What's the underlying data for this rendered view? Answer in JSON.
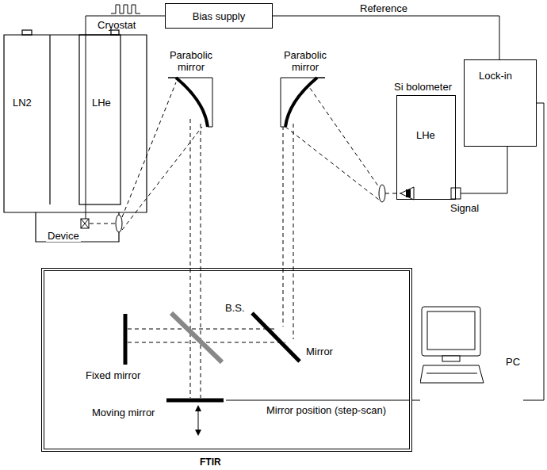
{
  "diagram": {
    "nodes": [
      {
        "text": [
          "Bias supply"
        ]
      },
      {
        "text": [
          "Cryostat"
        ]
      },
      {
        "text": [
          "LN2"
        ],
        "in": 1
      },
      {
        "text": [
          "LHe"
        ],
        "in": 1
      },
      {
        "text": [
          "Lock-in"
        ]
      },
      {
        "text": [
          "Si bolometer"
        ]
      },
      {
        "text": [
          "LHe"
        ],
        "in": 5
      },
      {
        "text": [
          "FTIR"
        ]
      },
      {
        "text": [
          "PC"
        ]
      }
    ],
    "edges": [
      {
        "from": 0,
        "to": 1,
        "arrow": "none"
      },
      {
        "from": 0,
        "to": 4,
        "label": "Reference",
        "arrow": "none"
      },
      {
        "from": 5,
        "to": 4,
        "arrow": "none"
      },
      {
        "from": 7,
        "to": 8,
        "label": "Mirror position (step-scan)",
        "arrow": "none"
      },
      {
        "from": 4,
        "to": 8,
        "arrow": "none"
      }
    ],
    "labels": [
      "Device",
      "Parabolic mirror",
      "Parabolic mirror",
      "Signal",
      "B.S.",
      "Mirror",
      "Fixed mirror",
      "Moving mirror"
    ]
  }
}
